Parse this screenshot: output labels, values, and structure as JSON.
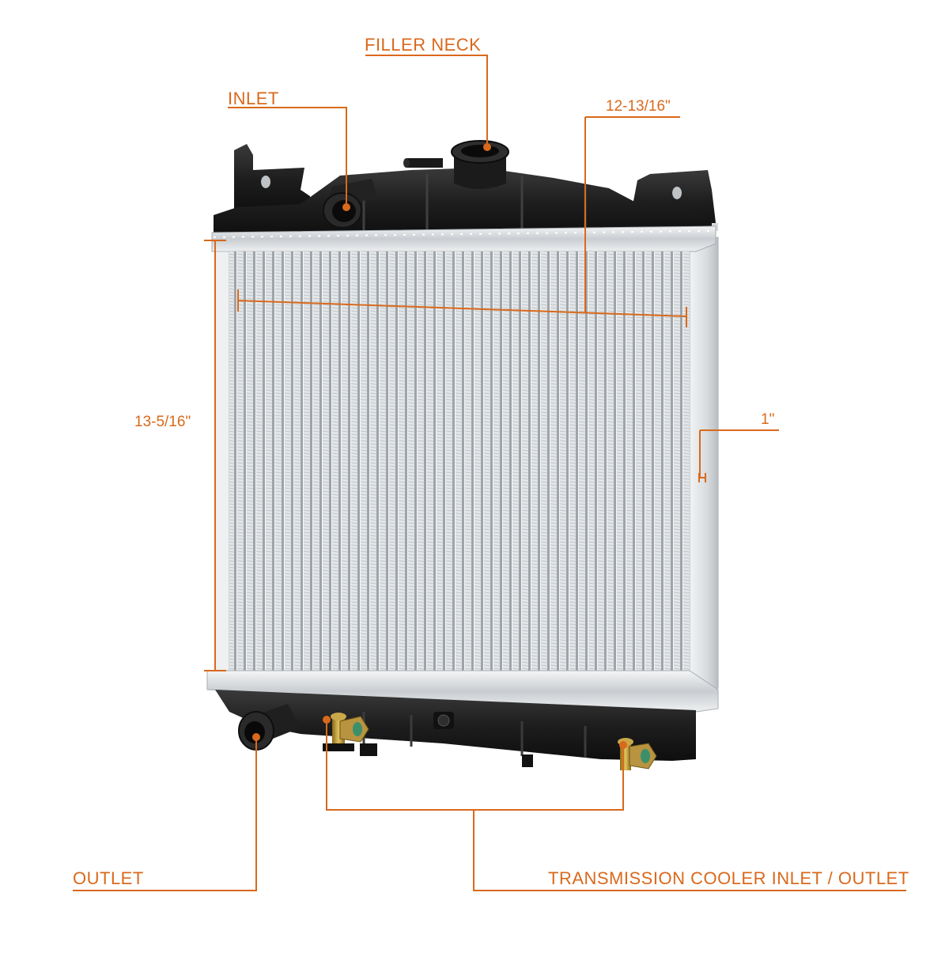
{
  "labels": {
    "filler_neck": "FILLER NECK",
    "inlet": "INLET",
    "outlet": "OUTLET",
    "trans_cooler": "TRANSMISSION COOLER INLET / OUTLET"
  },
  "dimensions": {
    "width": "12-13/16\"",
    "height": "13-5/16\"",
    "thickness": "1\""
  },
  "colors": {
    "accent": "#d9691c",
    "tank": "#1c1c1c",
    "core": "#d4d8dc",
    "frame": "#e6e8ea"
  }
}
